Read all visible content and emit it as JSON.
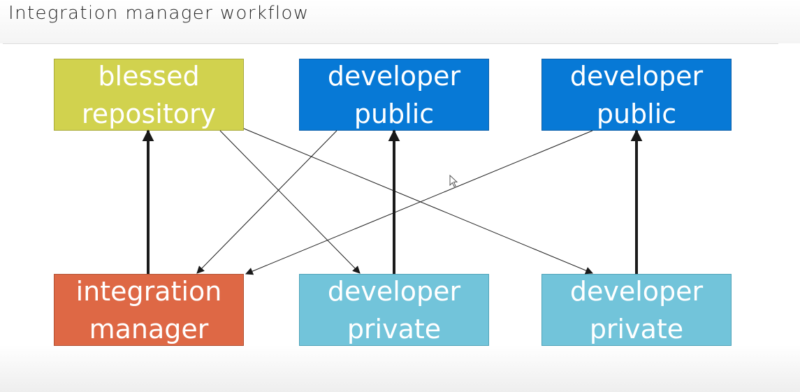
{
  "slide": {
    "title": "Integration manager workflow"
  },
  "nodes": {
    "blessed": {
      "line1": "blessed",
      "line2": "repository",
      "fill": "#d1d24e"
    },
    "dev_public_1": {
      "line1": "developer",
      "line2": "public",
      "fill": "#0779d6"
    },
    "dev_public_2": {
      "line1": "developer",
      "line2": "public",
      "fill": "#0779d6"
    },
    "integration": {
      "line1": "integration",
      "line2": "manager",
      "fill": "#de6845"
    },
    "dev_private_1": {
      "line1": "developer",
      "line2": "private",
      "fill": "#72c4da"
    },
    "dev_private_2": {
      "line1": "developer",
      "line2": "private",
      "fill": "#72c4da"
    }
  },
  "edges": [
    {
      "from": "integration",
      "to": "blessed",
      "style": "thick"
    },
    {
      "from": "dev_private_1",
      "to": "dev_public_1",
      "style": "thick"
    },
    {
      "from": "dev_private_2",
      "to": "dev_public_2",
      "style": "thick"
    },
    {
      "from": "blessed",
      "to": "dev_private_1",
      "style": "thin"
    },
    {
      "from": "blessed",
      "to": "dev_private_2",
      "style": "thin"
    },
    {
      "from": "dev_public_1",
      "to": "integration",
      "style": "thin"
    },
    {
      "from": "dev_public_2",
      "to": "integration",
      "style": "thin"
    }
  ],
  "colors": {
    "edge": "#1a1a1a"
  }
}
